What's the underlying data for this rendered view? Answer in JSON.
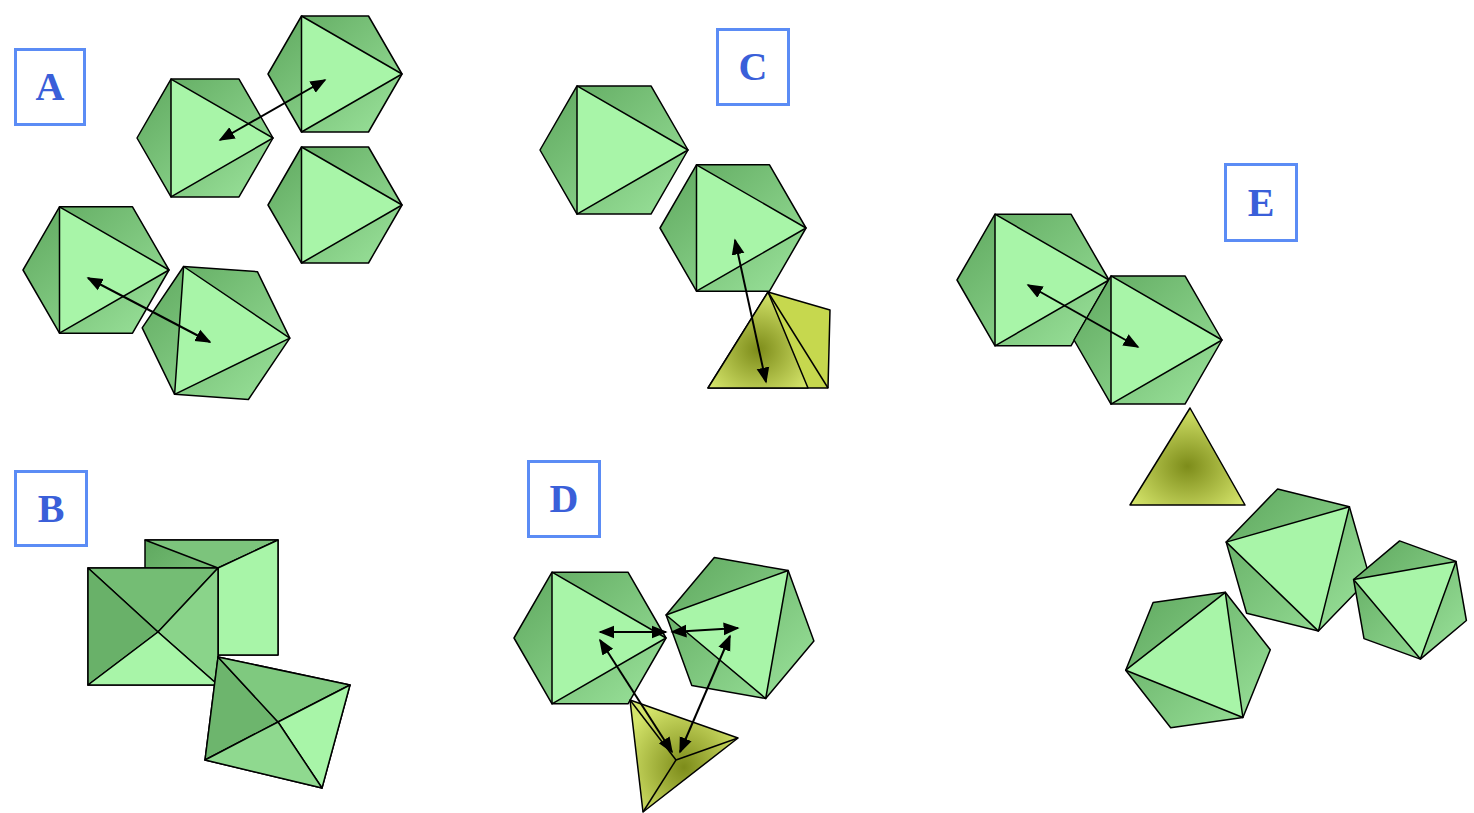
{
  "diagram": {
    "nodes": [
      {
        "text": [
          "A"
        ]
      },
      {
        "text": [
          "C"
        ]
      },
      {
        "text": [
          "E"
        ]
      },
      {
        "text": [
          "B"
        ]
      },
      {
        "text": [
          "D"
        ]
      }
    ]
  }
}
